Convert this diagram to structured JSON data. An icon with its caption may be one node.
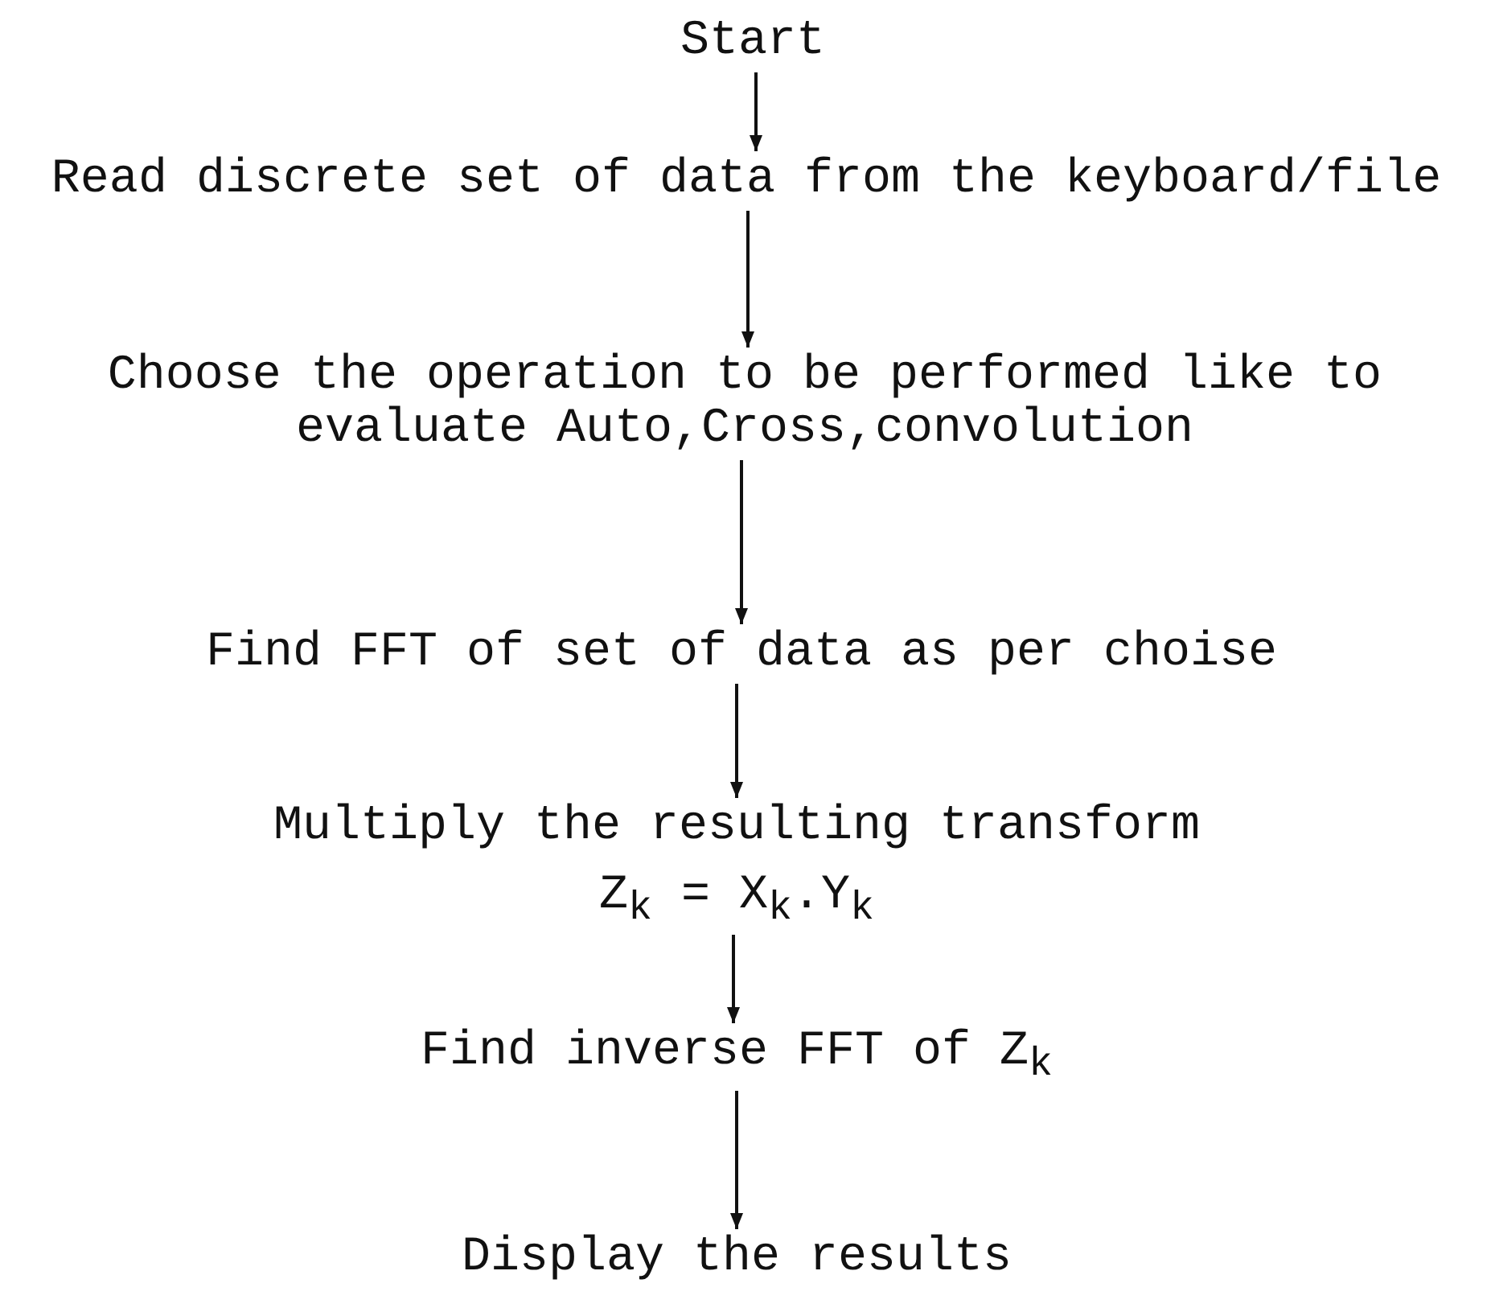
{
  "diagram": {
    "nodes": [
      {
        "text": [
          "Start"
        ]
      },
      {
        "text": [
          "Read discrete set of data from the keyboard/file"
        ]
      },
      {
        "text": [
          "Choose the operation to be performed like to evaluate Auto,Cross,convolution"
        ]
      },
      {
        "text": [
          "Find FFT of set of data as per choise"
        ]
      },
      {
        "text": [
          "Multiply the resulting transform",
          "Z$_{k}$ = X$_{k}$.Y$_{k}$"
        ]
      },
      {
        "text": [
          "Find inverse FFT of Z$_{k}$"
        ]
      },
      {
        "text": [
          "Display the results"
        ]
      }
    ],
    "edges": [
      {
        "from": 0,
        "to": 1,
        "arrow": "to"
      },
      {
        "from": 1,
        "to": 2,
        "arrow": "to"
      },
      {
        "from": 2,
        "to": 3,
        "arrow": "to"
      },
      {
        "from": 3,
        "to": 4,
        "arrow": "to"
      },
      {
        "from": 4,
        "to": 5,
        "arrow": "to"
      },
      {
        "from": 5,
        "to": 6,
        "arrow": "to"
      }
    ]
  }
}
